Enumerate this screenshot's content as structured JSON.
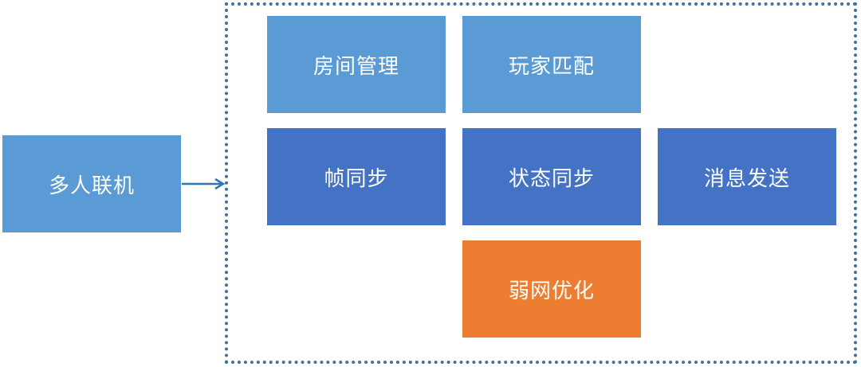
{
  "source": {
    "label": "多人联机"
  },
  "features": {
    "room_management": "房间管理",
    "player_matching": "玩家匹配",
    "frame_sync": "帧同步",
    "state_sync": "状态同步",
    "message_sending": "消息发送",
    "weak_network_optimization": "弱网优化"
  },
  "colors": {
    "light_blue": "#5b9bd5",
    "dark_blue": "#4472c4",
    "orange": "#ed7d31",
    "border": "#41719c",
    "arrow": "#2e75b6"
  }
}
